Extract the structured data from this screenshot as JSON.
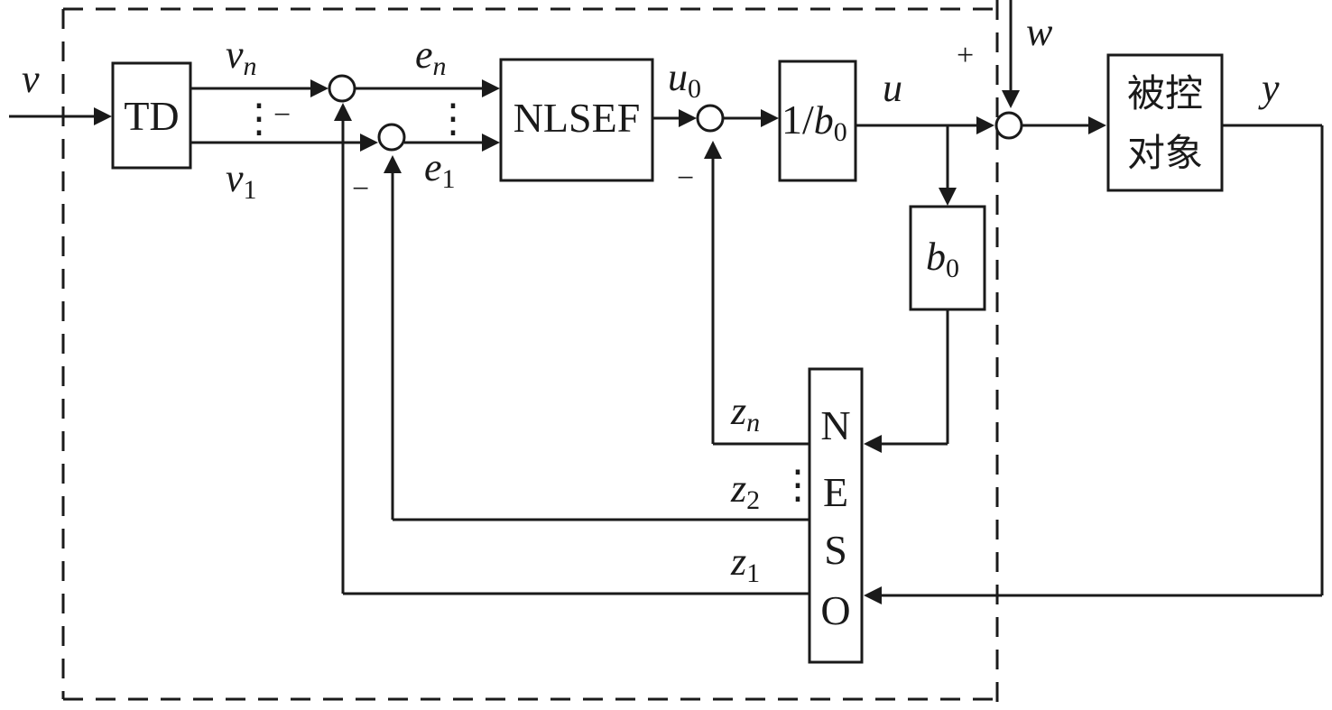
{
  "diagram": {
    "blocks": {
      "td": "TD",
      "nlsef": "NLSEF",
      "inv_b0": "1/b0",
      "inv_b0_prefix": "1/",
      "inv_b0_var": "b",
      "inv_b0_sub": "0",
      "b0_var": "b",
      "b0_sub": "0",
      "plant_line1": "被控",
      "plant_line2": "对象",
      "neso": [
        "N",
        "E",
        "S",
        "O"
      ]
    },
    "signals": {
      "v": "v",
      "vn_var": "v",
      "vn_sub": "n",
      "v1_var": "v",
      "v1_sub": "1",
      "en_var": "e",
      "en_sub": "n",
      "e1_var": "e",
      "e1_sub": "1",
      "u0_var": "u",
      "u0_sub": "0",
      "u": "u",
      "w": "w",
      "y": "y",
      "zn_var": "z",
      "zn_sub": "n",
      "z2_var": "z",
      "z2_sub": "2",
      "z1_var": "z",
      "z1_sub": "1"
    },
    "signs": {
      "minus_vn": "−",
      "minus_v1": "−",
      "minus_u0": "−",
      "plus_w": "+"
    },
    "ellipsis": "⋮"
  }
}
